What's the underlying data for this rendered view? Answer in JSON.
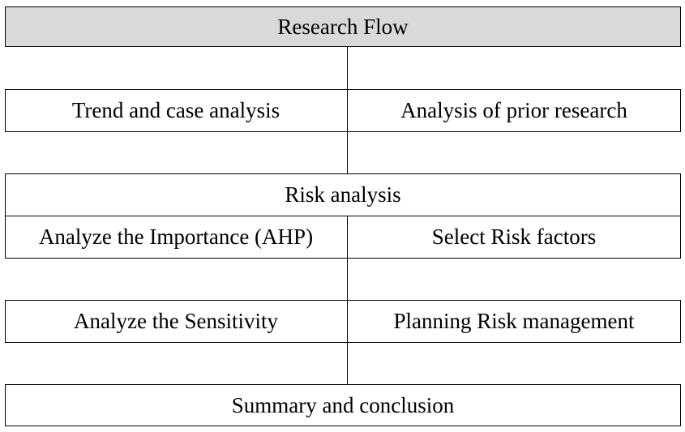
{
  "diagram": {
    "title": "Research Flow",
    "row1": {
      "left": "Trend and case analysis",
      "right": "Analysis of prior research"
    },
    "row2": {
      "header": "Risk analysis",
      "left": "Analyze the Importance (AHP)",
      "right": "Select Risk factors"
    },
    "row3": {
      "left": "Analyze the Sensitivity",
      "right": "Planning Risk management"
    },
    "final": "Summary and conclusion",
    "colors": {
      "header_fill": "#d9d9d9",
      "border": "#000000",
      "background": "#ffffff"
    }
  }
}
